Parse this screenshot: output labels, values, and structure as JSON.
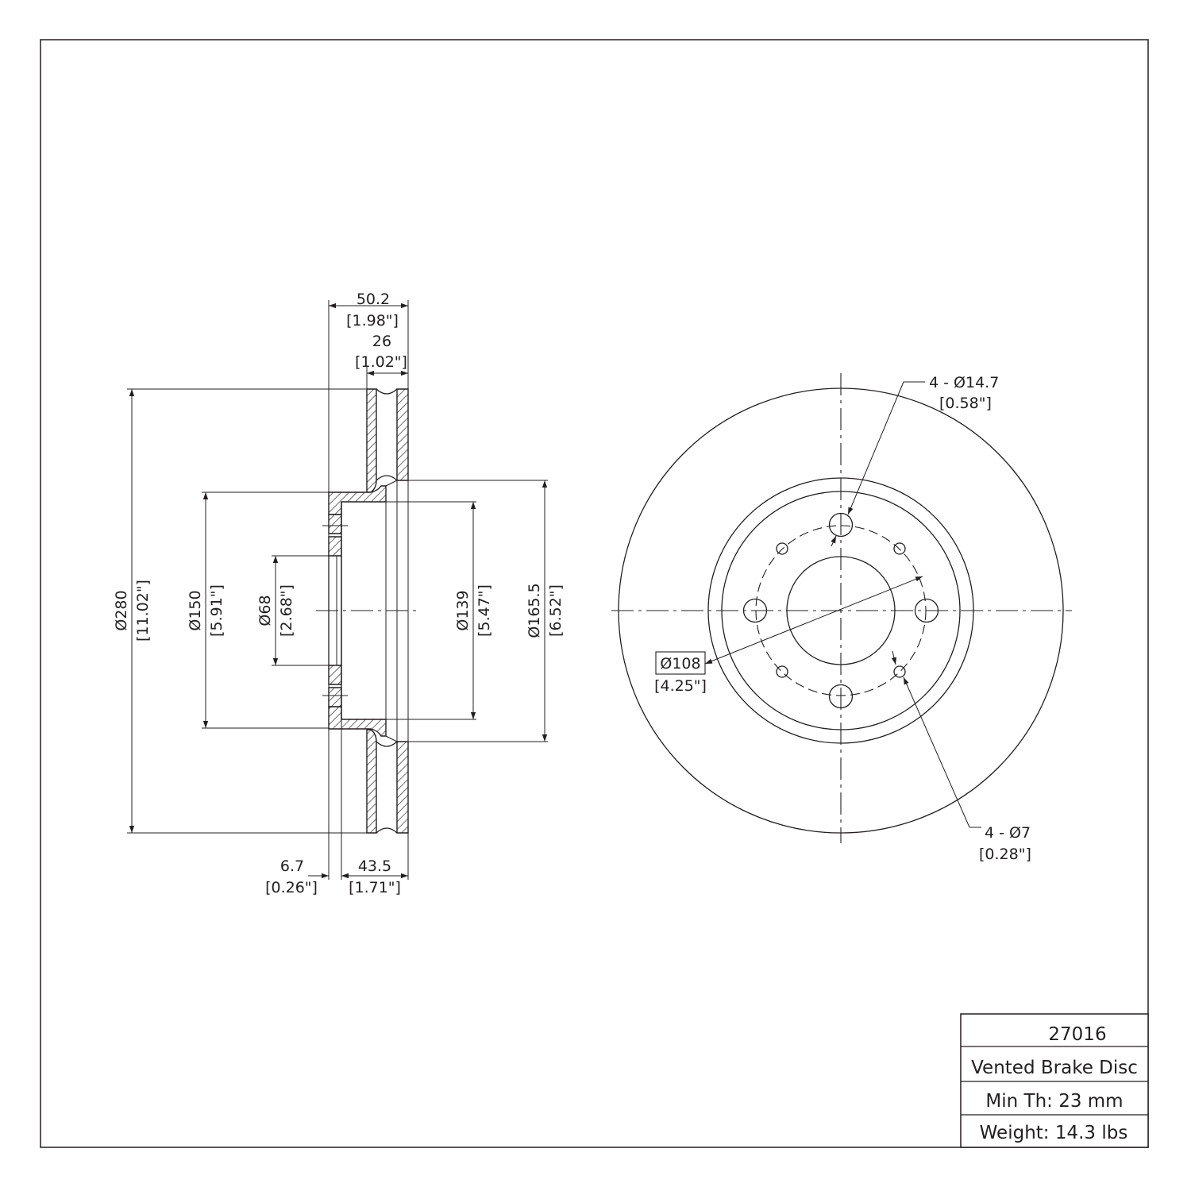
{
  "title_block": {
    "part_number": "27016",
    "description": "Vented Brake Disc",
    "min_thickness": "Min Th: 23 mm",
    "weight": "Weight: 14.3 lbs"
  },
  "side_view": {
    "overall_width": {
      "mm": "50.2",
      "in": "[1.98\"]"
    },
    "rotor_width": {
      "mm": "26",
      "in": "[1.02\"]"
    },
    "outer_diameter": {
      "mm": "Ø280",
      "in": "[11.02\"]"
    },
    "hat_outer_diameter": {
      "mm": "Ø150",
      "in": "[5.91\"]"
    },
    "center_bore": {
      "mm": "Ø68",
      "in": "[2.68\"]"
    },
    "hat_inner_diameter": {
      "mm": "Ø139",
      "in": "[5.47\"]"
    },
    "inner_rotor_diameter": {
      "mm": "Ø165.5",
      "in": "[6.52\"]"
    },
    "hat_flange": {
      "mm": "6.7",
      "in": "[0.26\"]"
    },
    "offset": {
      "mm": "43.5",
      "in": "[1.71\"]"
    }
  },
  "front_view": {
    "bolt_holes": {
      "mm": "4 - Ø14.7",
      "in": "[0.58\"]"
    },
    "small_holes": {
      "mm": "4 - Ø7",
      "in": "[0.28\"]"
    },
    "bolt_circle": {
      "mm": "Ø108",
      "in": "[4.25\"]"
    }
  },
  "colors": {
    "line": "#231f20",
    "background": "#ffffff"
  }
}
